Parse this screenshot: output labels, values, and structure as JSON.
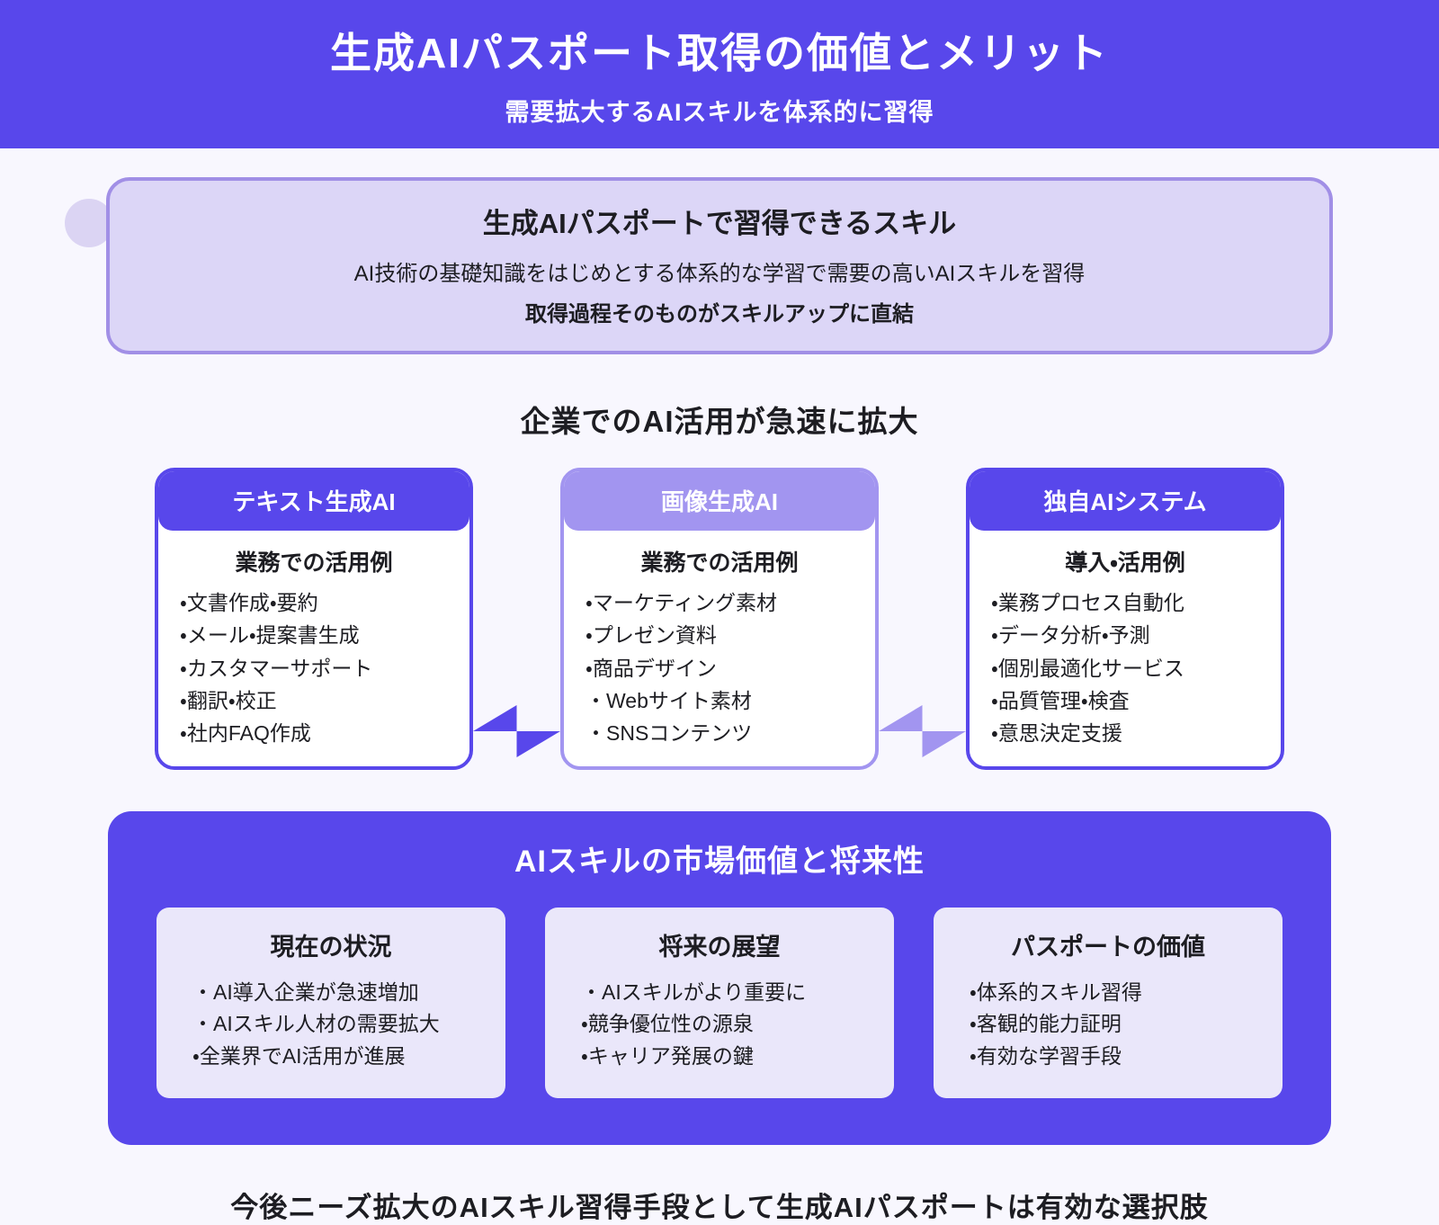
{
  "header": {
    "title": "生成AIパスポート取得の価値とメリット",
    "subtitle": "需要拡大するAIスキルを体系的に習得"
  },
  "skills_box": {
    "title": "生成AIパスポートで習得できるスキル",
    "line1": "AI技術の基礎知識をはじめとする体系的な学習で需要の高いAIスキルを習得",
    "line2": "取得過程そのものがスキルアップに直結"
  },
  "expansion_section": {
    "title": "企業でのAI活用が急速に拡大",
    "cards": [
      {
        "header": "テキスト生成AI",
        "subtitle": "業務での活用例",
        "items": [
          "文書作成・要約",
          "メール・提案書生成",
          "カスタマーサポート",
          "翻訳・校正",
          "社内FAQ作成"
        ]
      },
      {
        "header": "画像生成AI",
        "subtitle": "業務での活用例",
        "items": [
          "マーケティング素材",
          "プレゼン資料",
          "商品デザイン",
          "Webサイト素材",
          "SNSコンテンツ"
        ]
      },
      {
        "header": "独自AIシステム",
        "subtitle": "導入・活用例",
        "items": [
          "業務プロセス自動化",
          "データ分析・予測",
          "個別最適化サービス",
          "品質管理・検査",
          "意思決定支援"
        ]
      }
    ]
  },
  "market_section": {
    "title": "AIスキルの市場価値と将来性",
    "cards": [
      {
        "title": "現在の状況",
        "items": [
          "AI導入企業が急速増加",
          "AIスキル人材の需要拡大",
          "全業界でAI活用が進展"
        ]
      },
      {
        "title": "将来の展望",
        "items": [
          "AIスキルがより重要に",
          "競争優位性の源泉",
          "キャリア発展の鍵"
        ]
      },
      {
        "title": "パスポートの価値",
        "items": [
          "体系的スキル習得",
          "客観的能力証明",
          "有効な学習手段"
        ]
      }
    ]
  },
  "footer": {
    "note": "今後ニーズ拡大のAIスキル習得手段として生成AIパスポートは有効な選択肢"
  },
  "colors": {
    "primary_purple": "#5847eb",
    "light_purple": "#a295f0",
    "lavender_fill": "#dcd6f7",
    "lavender_border": "#a18fe6",
    "inner_card_fill": "#eae7fa",
    "page_background": "#f8f7fe",
    "text_dark": "#1d1d22",
    "text_white": "#ffffff"
  }
}
